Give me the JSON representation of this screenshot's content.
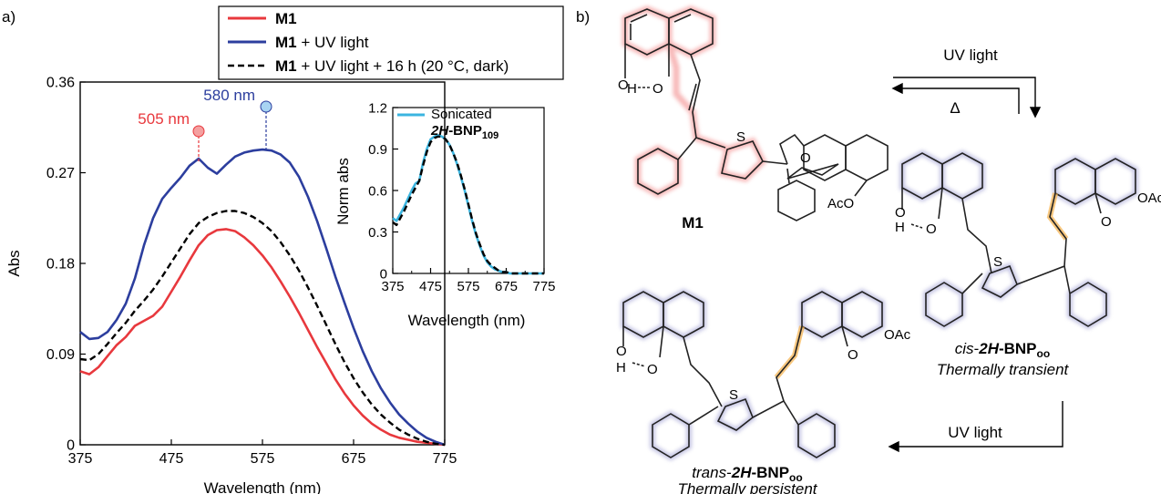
{
  "panel_labels": {
    "a": "a)",
    "b": "b)"
  },
  "colors": {
    "m1": "#e8383d",
    "m1_uv": "#2c3e9e",
    "m1_uv_16h": "#000000",
    "sonicated": "#3bb5e0",
    "m1_glow": "#f4a0a0",
    "bnp_glow": "#9c9cd0",
    "bond_highlight": "#f5b04a"
  },
  "chart_data": [
    {
      "type": "line",
      "xlabel": "Wavelength (nm)",
      "ylabel": "Abs",
      "xlim": [
        375,
        775
      ],
      "ylim": [
        0,
        0.36
      ],
      "x_ticks": [
        "375",
        "475",
        "575",
        "675",
        "775"
      ],
      "y_ticks": [
        "0",
        "0.09",
        "0.18",
        "0.27",
        "0.36"
      ],
      "legend_position": "top",
      "legend": [
        {
          "bold": "M1",
          "rest": ""
        },
        {
          "bold": "M1",
          "rest": " + UV light"
        },
        {
          "bold": "M1",
          "rest": " + UV light + 16 h (20 °C, dark)"
        }
      ],
      "annotations": [
        {
          "text": "505 nm",
          "x": 505,
          "y": 0.315,
          "color": "#e8383d"
        },
        {
          "text": "580 nm",
          "x": 580,
          "y": 0.338,
          "color": "#2c3e9e"
        }
      ],
      "x": [
        375,
        385,
        395,
        405,
        415,
        425,
        435,
        445,
        455,
        465,
        475,
        485,
        495,
        505,
        515,
        525,
        535,
        545,
        555,
        565,
        575,
        585,
        595,
        605,
        615,
        625,
        635,
        645,
        655,
        665,
        675,
        685,
        695,
        705,
        715,
        725,
        735,
        745,
        755,
        765,
        775
      ],
      "series": [
        {
          "name": "M1",
          "style": "solid",
          "color": "#e8383d",
          "values": [
            0.073,
            0.07,
            0.077,
            0.088,
            0.099,
            0.107,
            0.118,
            0.123,
            0.128,
            0.137,
            0.152,
            0.167,
            0.183,
            0.198,
            0.208,
            0.213,
            0.214,
            0.212,
            0.206,
            0.198,
            0.188,
            0.176,
            0.162,
            0.147,
            0.131,
            0.114,
            0.097,
            0.081,
            0.065,
            0.051,
            0.039,
            0.029,
            0.021,
            0.015,
            0.01,
            0.007,
            0.005,
            0.003,
            0.002,
            0.001,
            0.0
          ]
        },
        {
          "name": "M1 + UV light",
          "style": "solid",
          "color": "#2c3e9e",
          "values": [
            0.112,
            0.105,
            0.106,
            0.112,
            0.124,
            0.14,
            0.165,
            0.198,
            0.225,
            0.244,
            0.255,
            0.265,
            0.277,
            0.284,
            0.275,
            0.269,
            0.278,
            0.286,
            0.29,
            0.292,
            0.293,
            0.292,
            0.288,
            0.28,
            0.266,
            0.246,
            0.222,
            0.195,
            0.167,
            0.141,
            0.116,
            0.093,
            0.073,
            0.056,
            0.042,
            0.03,
            0.021,
            0.013,
            0.007,
            0.003,
            0.0
          ]
        },
        {
          "name": "M1 + UV light + 16 h (20 °C, dark)",
          "style": "dashed",
          "color": "#000000",
          "values": [
            0.085,
            0.084,
            0.09,
            0.1,
            0.111,
            0.121,
            0.133,
            0.143,
            0.154,
            0.167,
            0.181,
            0.195,
            0.209,
            0.22,
            0.226,
            0.23,
            0.232,
            0.232,
            0.23,
            0.226,
            0.22,
            0.212,
            0.201,
            0.188,
            0.173,
            0.156,
            0.138,
            0.119,
            0.1,
            0.082,
            0.066,
            0.052,
            0.04,
            0.03,
            0.022,
            0.015,
            0.01,
            0.006,
            0.003,
            0.001,
            0.0
          ]
        }
      ]
    },
    {
      "type": "line",
      "xlabel": "Wavelength (nm)",
      "ylabel": "Norm abs",
      "xlim": [
        375,
        775
      ],
      "ylim": [
        0,
        1.2
      ],
      "x_ticks": [
        "375",
        "475",
        "575",
        "675",
        "775"
      ],
      "x_minor_ticks": [
        "425",
        "525",
        "625",
        "725"
      ],
      "y_ticks": [
        "0",
        "0.3",
        "0.6",
        "0.9",
        "1.2"
      ],
      "legend": [
        {
          "line1": "Sonicated",
          "line2_bold_italic": "2H",
          "line2_bold": "-BNP",
          "line2_sub": "109"
        }
      ],
      "x": [
        375,
        385,
        395,
        405,
        415,
        425,
        435,
        445,
        455,
        465,
        475,
        485,
        495,
        505,
        515,
        525,
        535,
        545,
        555,
        565,
        575,
        585,
        595,
        605,
        615,
        625,
        635,
        645,
        655,
        665,
        675,
        685,
        695,
        705,
        715,
        725,
        735,
        745,
        755,
        765,
        775
      ],
      "series": [
        {
          "name": "Sonicated 2H-BNP109",
          "style": "solid",
          "color": "#3bb5e0",
          "values": [
            0.4,
            0.38,
            0.43,
            0.48,
            0.54,
            0.6,
            0.65,
            0.67,
            0.8,
            0.9,
            0.97,
            0.99,
            1.0,
            0.99,
            0.97,
            0.93,
            0.87,
            0.79,
            0.7,
            0.6,
            0.49,
            0.38,
            0.28,
            0.2,
            0.13,
            0.08,
            0.05,
            0.03,
            0.02,
            0.01,
            0.01,
            0.0,
            0.0,
            0.0,
            0.0,
            0.0,
            0.0,
            0.0,
            0.0,
            0.0,
            0.0
          ]
        },
        {
          "name": "M1 + UV light + 16 h (20 °C, dark)",
          "style": "dashed",
          "color": "#000000",
          "values": [
            0.37,
            0.35,
            0.4,
            0.45,
            0.51,
            0.57,
            0.62,
            0.67,
            0.78,
            0.88,
            0.95,
            0.98,
            0.99,
            0.99,
            0.97,
            0.93,
            0.87,
            0.8,
            0.71,
            0.61,
            0.5,
            0.39,
            0.29,
            0.21,
            0.14,
            0.09,
            0.06,
            0.04,
            0.02,
            0.01,
            0.01,
            0.0,
            0.0,
            0.0,
            0.0,
            0.0,
            0.0,
            0.0,
            0.0,
            0.0,
            0.0
          ]
        }
      ]
    }
  ],
  "scheme": {
    "m1_name": "M1",
    "arrow_top_label": "UV light",
    "arrow_heat_label": "Δ",
    "arrow_bottom_label": "UV light",
    "cis_prefix": "cis",
    "cis_bold_italic": "2H",
    "cis_bold": "-BNP",
    "cis_sub": "oo",
    "cis_state": "Thermally transient",
    "trans_prefix": "trans",
    "trans_bold_italic": "2H",
    "trans_bold": "-BNP",
    "trans_sub": "oo",
    "trans_state": "Thermally persistent",
    "atom_s": "S",
    "atom_o": "O",
    "atom_h": "H",
    "atom_oac": "OAc",
    "atom_aco": "AcO",
    "atom_oac_clipped": "OAc"
  }
}
